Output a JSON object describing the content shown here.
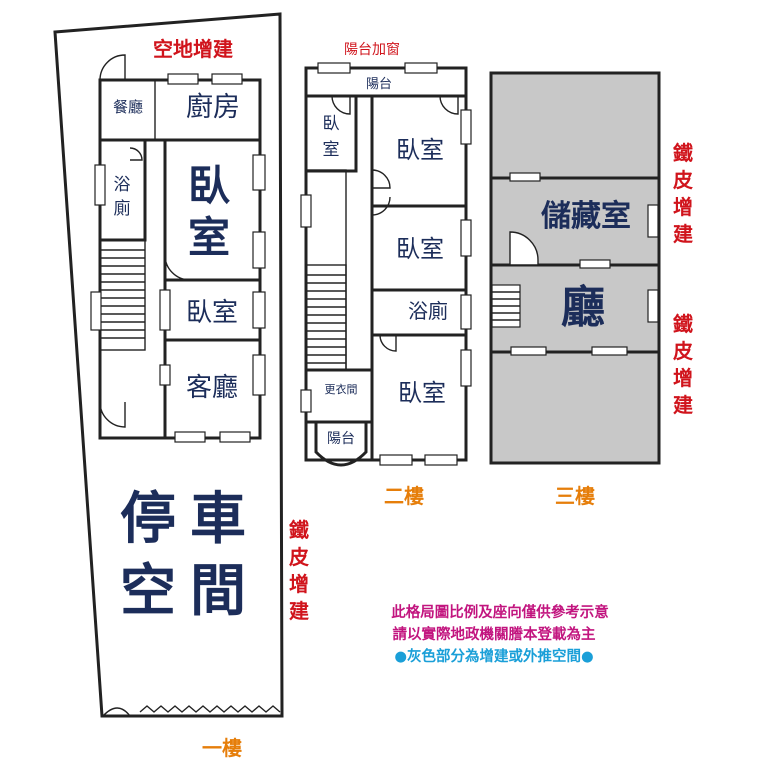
{
  "floor1": {
    "label": "一樓",
    "extension_top": "空地增建",
    "dining": "餐廳",
    "kitchen": "廚房",
    "bath": [
      "浴",
      "廁"
    ],
    "bedroom_big": [
      "臥",
      "室"
    ],
    "bedroom_small": "臥室",
    "living": "客廳",
    "parking": [
      "停",
      "車",
      "空",
      "間"
    ],
    "steel_side": [
      "鐵",
      "皮",
      "增",
      "建"
    ]
  },
  "floor2": {
    "label": "二樓",
    "balcony_window": "陽台加窗",
    "balcony_top": "陽台",
    "bedroom_small": [
      "臥",
      "室"
    ],
    "bedroom_1": "臥室",
    "bedroom_2": "臥室",
    "bath": "浴廁",
    "closet": "更衣間",
    "bedroom_3": "臥室",
    "balcony_bottom": "陽台"
  },
  "floor3": {
    "label": "三樓",
    "storage": "儲藏室",
    "hall": "廳",
    "steel_top": [
      "鐵",
      "皮",
      "增",
      "建"
    ],
    "steel_bottom": [
      "鐵",
      "皮",
      "增",
      "建"
    ]
  },
  "notes": {
    "line1": "此格局圖比例及座向僅供參考示意",
    "line2": "請以實際地政機關謄本登載為主",
    "line3": "●灰色部分為增建或外推空間●"
  },
  "colors": {
    "red": "#d0141c",
    "orange": "#e67e0a",
    "navy": "#1c2d5a",
    "magenta": "#c2157f",
    "cyan": "#1a9fd8",
    "gray_fill": "#c8c8c8"
  }
}
